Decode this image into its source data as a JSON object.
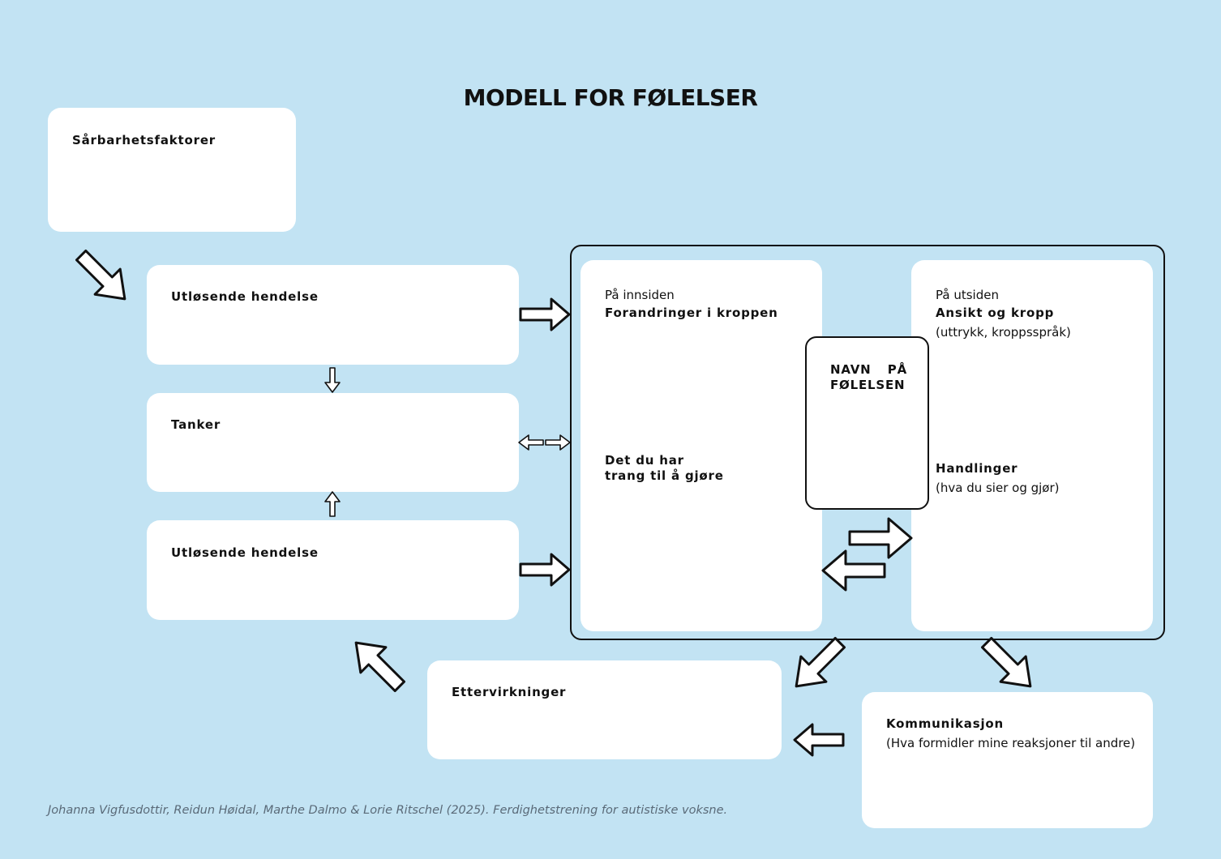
{
  "title": "MODELL FOR FØLELSER",
  "boxes": {
    "vulnerability": {
      "title": "Sårbarhetsfaktorer"
    },
    "trigger_top": {
      "title": "Utløsende hendelse"
    },
    "thoughts": {
      "title": "Tanker"
    },
    "trigger_bottom": {
      "title": "Utløsende hendelse"
    },
    "inside": {
      "pre": "På innsiden",
      "title": "Forandringer i kroppen",
      "urge_line1": "Det du har",
      "urge_line2": "trang til å gjøre"
    },
    "emotion_name": {
      "title": "NAVN PÅ FØLELSEN"
    },
    "outside": {
      "pre": "På utsiden",
      "title": "Ansikt og kropp",
      "sub": "(uttrykk, kroppsspråk)",
      "actions_title": "Handlinger",
      "actions_sub": "(hva du sier og gjør)"
    },
    "aftereffects": {
      "title": "Ettervirkninger"
    },
    "communication": {
      "title": "Kommunikasjon",
      "sub": "(Hva formidler mine reaksjoner til andre)"
    }
  },
  "citation": "Johanna Vigfusdottir, Reidun Høidal, Marthe Dalmo & Lorie Ritschel (2025). Ferdighetstrening for autistiske voksne.",
  "colors": {
    "background": "#c2e3f3",
    "box": "#ffffff",
    "text": "#111111",
    "citation": "#5a6a78"
  },
  "icons": [
    "arrow-down-right-icon",
    "arrow-right-icon",
    "arrow-down-icon",
    "arrow-up-icon",
    "arrow-left-right-icon",
    "arrow-swap-icon",
    "arrow-down-left-icon",
    "arrow-left-icon",
    "arrow-up-left-icon"
  ]
}
